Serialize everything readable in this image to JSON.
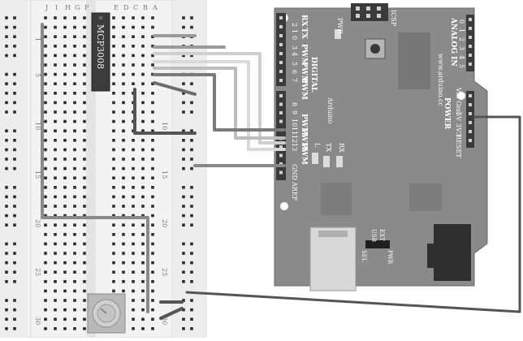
{
  "breadboard": {
    "row_labels_top": [
      "1",
      "5",
      "10",
      "15",
      "20",
      "25",
      "30"
    ],
    "col_labels_left": [
      "J",
      "I",
      "H",
      "G",
      "F"
    ],
    "col_labels_right": [
      "E",
      "D",
      "C",
      "B",
      "A"
    ]
  },
  "chip": {
    "label": "MCP3008"
  },
  "arduino": {
    "brand": "Arduino",
    "site": "www.arduino.cc",
    "icsp": "ICSP",
    "pwr": "PWR",
    "tx": "TX",
    "rx": "RX",
    "tx_led": "TX",
    "rx_led": "RX",
    "l_led": "L",
    "digital": "DIGITAL",
    "analog_in": "ANALOG IN",
    "power": "POWER",
    "reset": "RESET",
    "v33": "3V3",
    "v5": "5V",
    "gnd": "Gnd",
    "vin": "Vin",
    "aref": "AREF",
    "gnd_top": "GND",
    "usb": "USB",
    "ext": "EXT",
    "sel": "SEL",
    "pwr_jumper": "PWR",
    "pwm_labels": [
      "PWM",
      "PWM",
      "PWM",
      "PWM",
      "PWM",
      "PWM"
    ],
    "digital_pins": [
      "0",
      "1",
      "2",
      "3",
      "4",
      "5",
      "6",
      "7",
      "8",
      "9",
      "10",
      "11",
      "12",
      "13"
    ],
    "analog_pins": [
      "0",
      "1",
      "2",
      "3",
      "4",
      "5"
    ]
  },
  "colors": {
    "board": "#8a8a8a",
    "board_dark": "#6f6f6f",
    "breadboard": "#f2f2f2",
    "hole": "#2b2b2b",
    "wire_dark": "#555555",
    "wire_light": "#c8c8c8"
  }
}
